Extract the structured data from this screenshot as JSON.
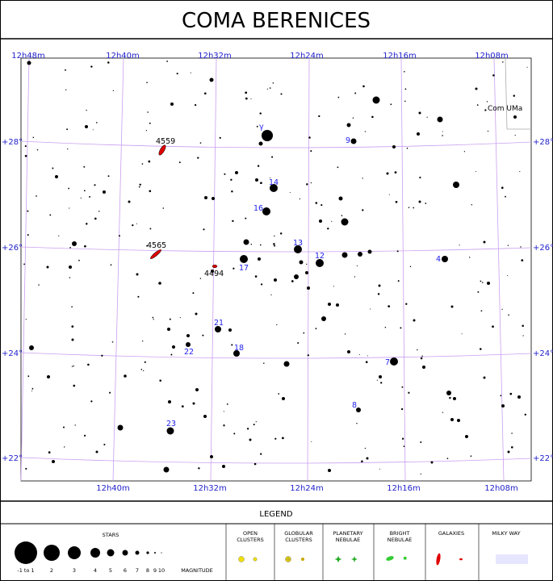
{
  "title": "COMA BERENICES",
  "ra_top": [
    "12h48m",
    "12h40m",
    "12h32m",
    "12h24m",
    "12h16m",
    "12h08m"
  ],
  "ra_bottom": [
    "12h40m",
    "12h32m",
    "12h24m",
    "12h16m",
    "12h08m"
  ],
  "dec_labels": [
    "+28°",
    "+26°",
    "+24°",
    "+22°"
  ],
  "constellation_neighbor": "Com UMa",
  "star_labels": {
    "gamma": "γ",
    "s9": "9",
    "s14": "14",
    "s16": "16",
    "s13": "13",
    "s12": "12",
    "s17": "17",
    "s4": "4",
    "s21": "21",
    "s22": "22",
    "s18": "18",
    "s7": "7",
    "s8": "8",
    "s23": "23"
  },
  "galaxies": {
    "g4559": "4559",
    "g4565": "4565",
    "g4494": "4494"
  },
  "legend": {
    "title": "LEGEND",
    "stars": "STARS",
    "magnitudes": [
      "-1 to 1",
      "2",
      "3",
      "4",
      "5",
      "6",
      "7",
      "8",
      "9",
      "10"
    ],
    "magnitude": "MAGNITUDE",
    "open1": "OPEN",
    "open2": "CLUSTERS",
    "glob1": "GLOBULAR",
    "glob2": "CLUSTERS",
    "plan1": "PLANETARY",
    "plan2": "NEBULAE",
    "bright1": "BRIGHT",
    "bright2": "NEBULAE",
    "galaxies": "GALAXIES",
    "milky": "MILKY WAY"
  },
  "colors": {
    "grid": "#c9a0f0",
    "label": "#2222ee",
    "galaxy": "#e00000",
    "cluster": "#f0e000",
    "nebula": "#22bb22"
  }
}
